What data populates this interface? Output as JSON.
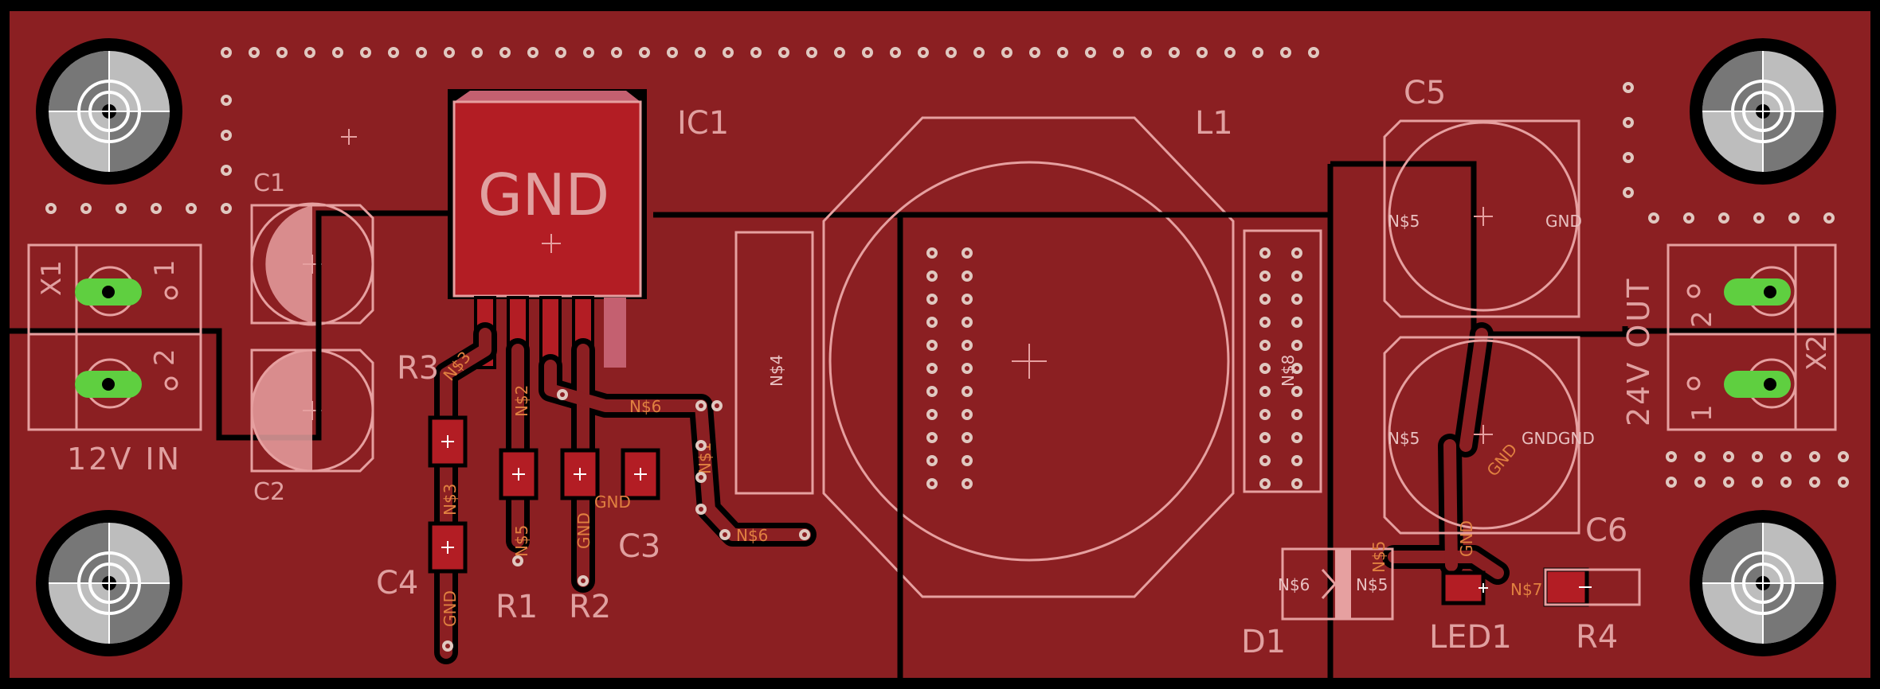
{
  "board": {
    "colors": {
      "background": "#000000",
      "copper": "#8b1f22",
      "silkscreen": "#e6a0a0",
      "pad": "#b31d24",
      "via_ring": "#e0c8c0",
      "hole_ring": "#bdbdbd",
      "green_pad": "#5fcf40",
      "net_label": "#e08040"
    },
    "components": {
      "ic1": {
        "ref": "IC1",
        "tab": "GND"
      },
      "l1": {
        "ref": "L1"
      },
      "c1": {
        "ref": "C1"
      },
      "c2": {
        "ref": "C2"
      },
      "c3": {
        "ref": "C3"
      },
      "c4": {
        "ref": "C4"
      },
      "c5": {
        "ref": "C5"
      },
      "c6": {
        "ref": "C6"
      },
      "r1": {
        "ref": "R1"
      },
      "r2": {
        "ref": "R2"
      },
      "r3": {
        "ref": "R3"
      },
      "r4": {
        "ref": "R4"
      },
      "d1": {
        "ref": "D1"
      },
      "led1": {
        "ref": "LED1"
      },
      "x1": {
        "ref": "X1",
        "pin1": "1",
        "pin2": "2",
        "label": "12V IN"
      },
      "x2": {
        "ref": "X2",
        "pin1": "1",
        "pin2": "2",
        "label": "24V OUT"
      }
    },
    "net_labels": {
      "n3": "N$3",
      "n2": "N$2",
      "n5": "N$5",
      "n6": "N$6",
      "n4": "N$4",
      "n1": "N$1",
      "n8": "N$8",
      "n7": "N$7",
      "gnd": "GND",
      "gndgnd": "GNDGND"
    }
  }
}
